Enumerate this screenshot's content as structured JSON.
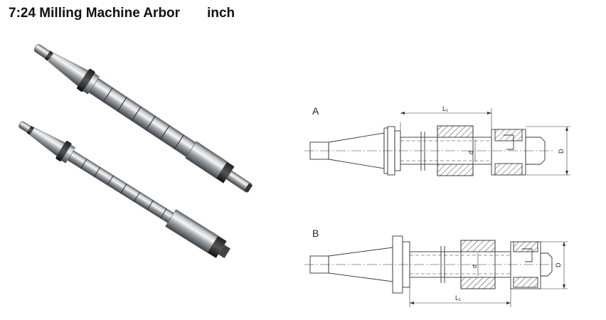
{
  "title": "7:24 Milling Machine Arbor",
  "unit": "inch",
  "diagram_a": {
    "label": "A",
    "dim_length": "L₁",
    "dim_bore": "d",
    "dim_diameter": "D"
  },
  "diagram_b": {
    "label": "B",
    "dim_length": "L₁",
    "dim_bore": "d",
    "dim_diameter": "D"
  }
}
